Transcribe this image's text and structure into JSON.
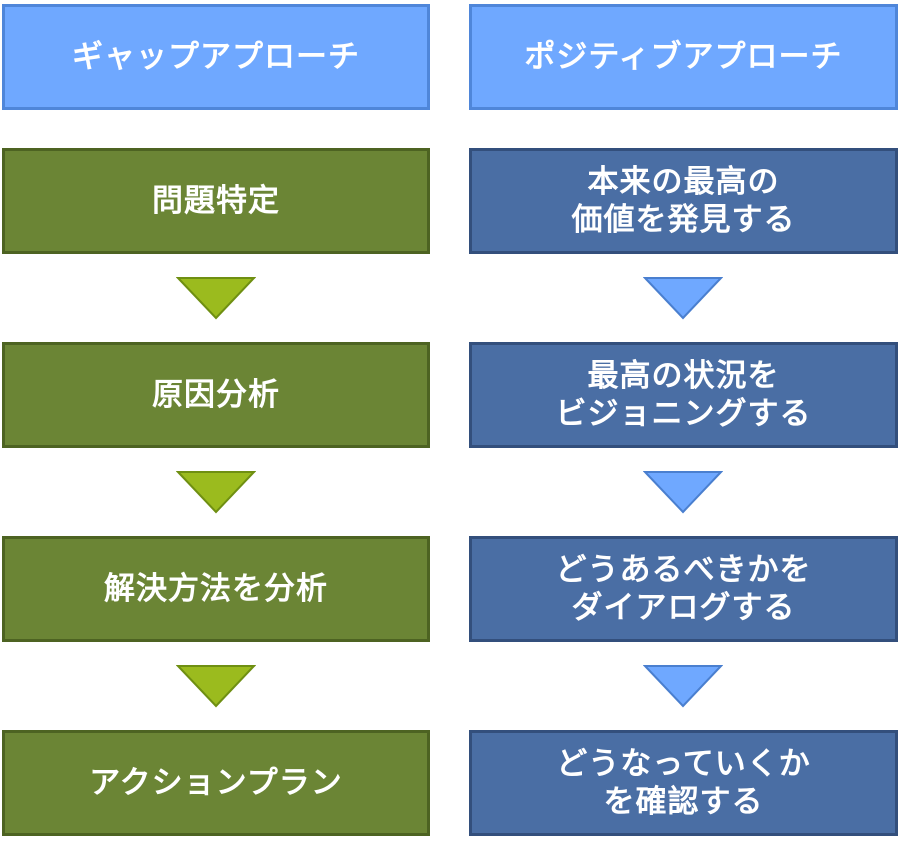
{
  "left_column": {
    "header": "ギャップアプローチ",
    "steps": [
      "問題特定",
      "原因分析",
      "解決方法を分析",
      "アクションプラン"
    ]
  },
  "right_column": {
    "header": "ポジティブアプローチ",
    "steps": [
      "本来の最高の\n価値を発見する",
      "最高の状況を\nビジョニングする",
      "どうあるべきかを\nダイアログする",
      "どうなっていくか\nを確認する"
    ]
  },
  "colors": {
    "header_fill": "#6fa8ff",
    "green_fill": "#6b8535",
    "green_arrow": "#9bbb1e",
    "blue_fill": "#4a6ea4",
    "blue_arrow": "#6fa8ff"
  }
}
